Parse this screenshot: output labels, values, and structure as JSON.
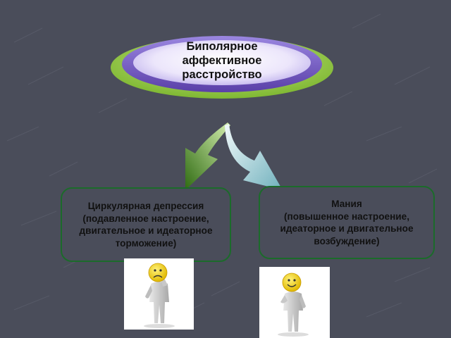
{
  "diagram": {
    "title_lines": [
      "Биполярное",
      "аффективное",
      "расстройство"
    ],
    "left_box_lines": [
      "Циркулярная депрессия",
      "(подавленное настроение,",
      "двигательное и идеаторное",
      "торможение)"
    ],
    "right_box_lines": [
      "Мания",
      "(повышенное настроение,",
      "идеаторное и двигательное",
      "возбуждение)"
    ]
  },
  "colors": {
    "background": "#4a4d5a",
    "ellipse_outer": "#8dc63f",
    "ellipse_inner": "#7b5fc4",
    "box_border": "#1b6b2a",
    "arrow_left": "#3f7d1c",
    "arrow_right": "#8fc6cf"
  },
  "icons": {
    "left_figure": "sad-person-icon",
    "right_figure": "happy-person-icon"
  }
}
